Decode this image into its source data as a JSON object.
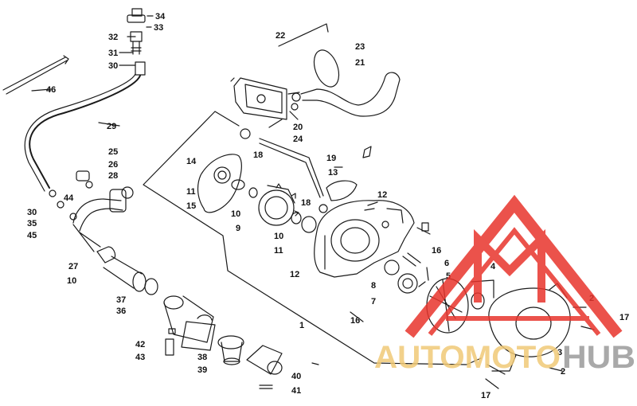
{
  "diagram": {
    "callouts": [
      "34",
      "33",
      "32",
      "31",
      "30",
      "46",
      "29",
      "22",
      "23",
      "21",
      "20",
      "24",
      "18",
      "19",
      "25",
      "26",
      "28",
      "14",
      "11",
      "15",
      "13",
      "12",
      "44",
      "30",
      "35",
      "45",
      "10",
      "9",
      "18",
      "10",
      "11",
      "16",
      "27",
      "10",
      "37",
      "36",
      "6",
      "5",
      "4",
      "2",
      "8",
      "7",
      "1",
      "16",
      "12",
      "42",
      "43",
      "38",
      "39",
      "40",
      "41",
      "3",
      "17",
      "2",
      "17"
    ],
    "watermark": {
      "brand_a": "AUTOMOTO",
      "brand_b": "HUB"
    },
    "colors": {
      "line": "#1a1a1a",
      "logo": "#e8342c",
      "brand_a": "#f0c977",
      "brand_b": "#9b9b9b"
    }
  }
}
